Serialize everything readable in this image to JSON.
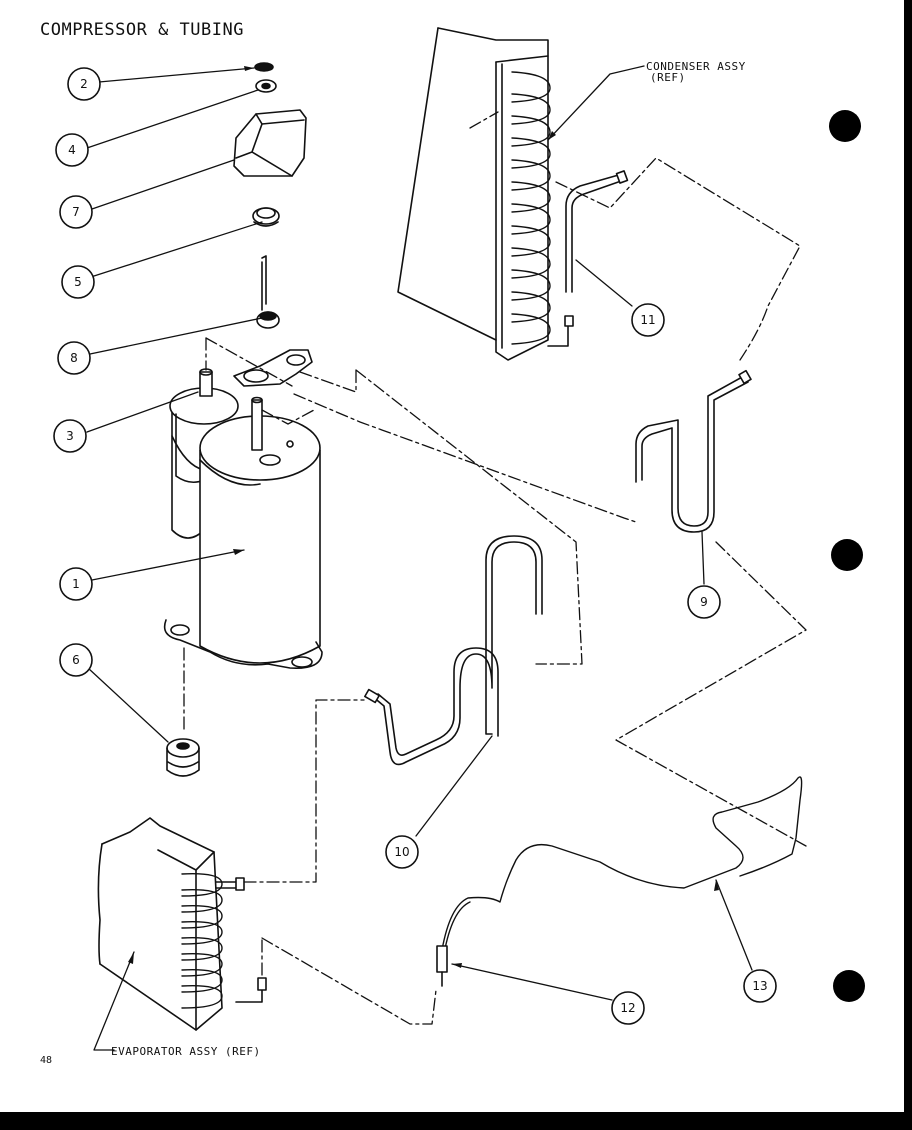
{
  "title": "COMPRESSOR & TUBING",
  "page_number": "48",
  "labels": {
    "condenser_line1": "CONDENSER ASSY",
    "condenser_line2": "(REF)",
    "evaporator": "EVAPORATOR ASSY (REF)"
  },
  "callouts": [
    "2",
    "4",
    "7",
    "5",
    "8",
    "3",
    "1",
    "6",
    "11",
    "9",
    "10",
    "12",
    "13"
  ]
}
